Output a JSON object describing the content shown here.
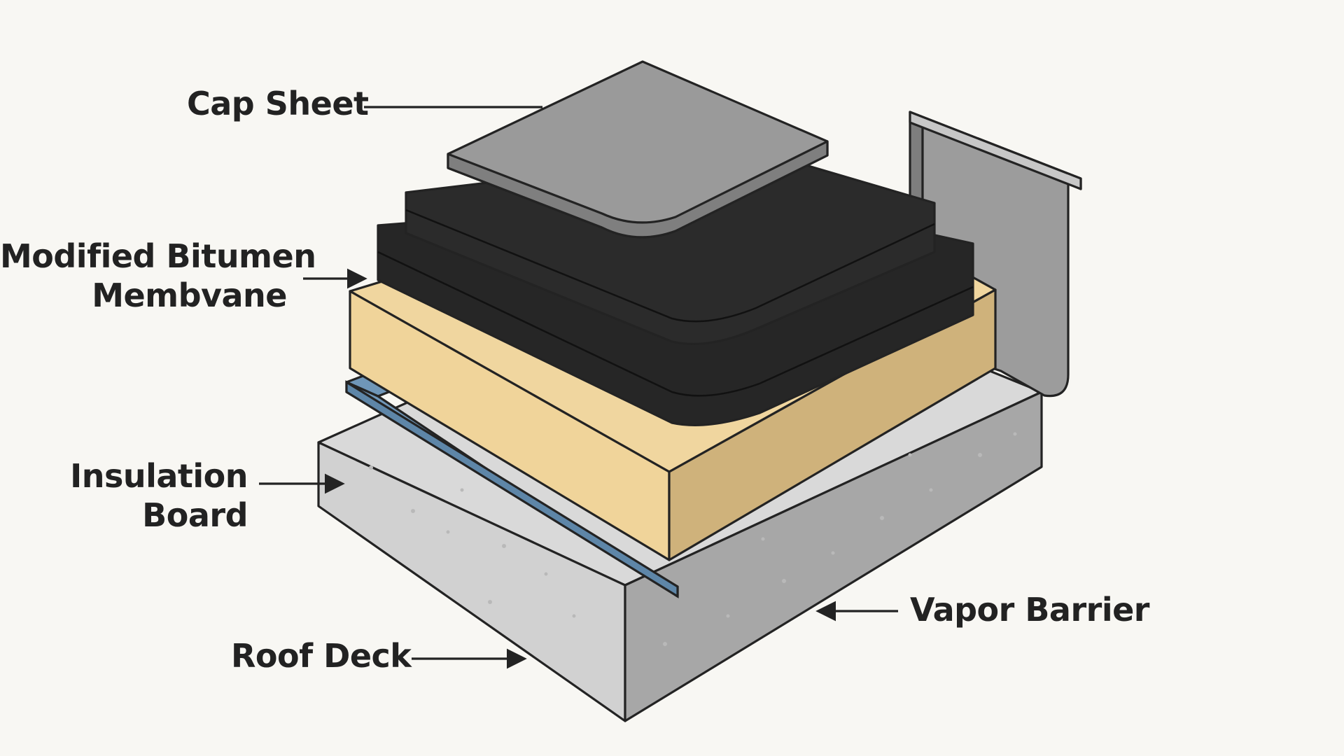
{
  "labels": {
    "cap_sheet": "Cap Sheet",
    "modified_bitumen_line1": "Modified Bitumen",
    "modified_bitumen_line2": "Membvane",
    "insulation_line1": "Insulation",
    "insulation_line2": "Board",
    "vapor_barrier": "Vapor Barrier",
    "roof_deck": "Roof Deck"
  },
  "colors": {
    "background": "#f8f7f3",
    "cap_sheet": "#8f8f8f",
    "membrane": "#242424",
    "insulation": "#eed49b",
    "vapor_barrier": "#6f96b8",
    "roof_deck": "#d2d2d2",
    "flashing": "#9a9a9a",
    "outline": "#232323"
  }
}
